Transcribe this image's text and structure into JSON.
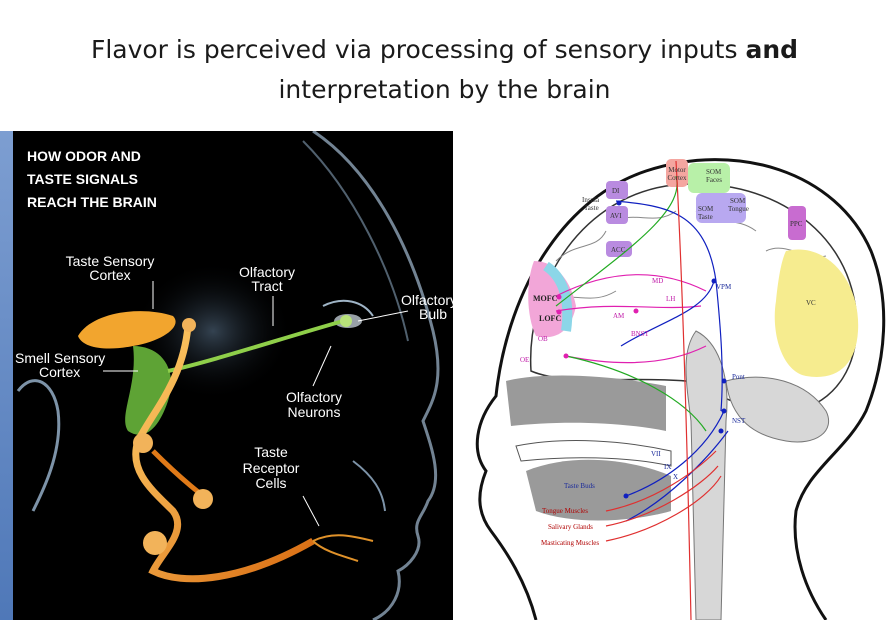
{
  "title": {
    "part1": "Flavor is perceived via processing of sensory inputs ",
    "bold": "and",
    "part2": "interpretation by the brain"
  },
  "left_figure": {
    "heading": [
      "HOW ODOR AND",
      "TASTE SIGNALS",
      "REACH THE BRAIN"
    ],
    "taste_sensory_cortex": [
      "Taste Sensory",
      "Cortex"
    ],
    "smell_sensory_cortex": [
      "Smell Sensory",
      "Cortex"
    ],
    "olfactory_tract": [
      "Olfactory",
      "Tract"
    ],
    "olfactory_bulb": [
      "Olfactory",
      "Bulb"
    ],
    "olfactory_neurons": [
      "Olfactory",
      "Neurons"
    ],
    "taste_receptor_cells": [
      "Taste",
      "Receptor",
      "Cells"
    ]
  },
  "right_figure": {
    "motor_cortex": [
      "Motor",
      "Cortex"
    ],
    "som_faces": [
      "SOM",
      "Faces"
    ],
    "som_tongue": [
      "SOM",
      "Tongue"
    ],
    "som_taste": [
      "SOM",
      "Taste"
    ],
    "di": "DI",
    "insula_taste": [
      "Insula",
      "Taste"
    ],
    "avi": "AVI",
    "acc": "ACC",
    "ppc": "PPC",
    "vc": "VC",
    "md": "MD",
    "lh": "LH",
    "vpm": "VPM",
    "mofc": "MOFC",
    "lofc": "LOFC",
    "am": "AM",
    "bnst": "BNST",
    "ob": "OB",
    "oe": "OE",
    "pont": "Pont",
    "nst": "NST",
    "vii": "VII",
    "ix": "IX",
    "x": "X",
    "taste_buds": "Taste Buds",
    "tongue_muscles": "Tongue Muscles",
    "salivary_glands": "Salivary Glands",
    "masticating_muscles": "Masticating Muscles"
  }
}
